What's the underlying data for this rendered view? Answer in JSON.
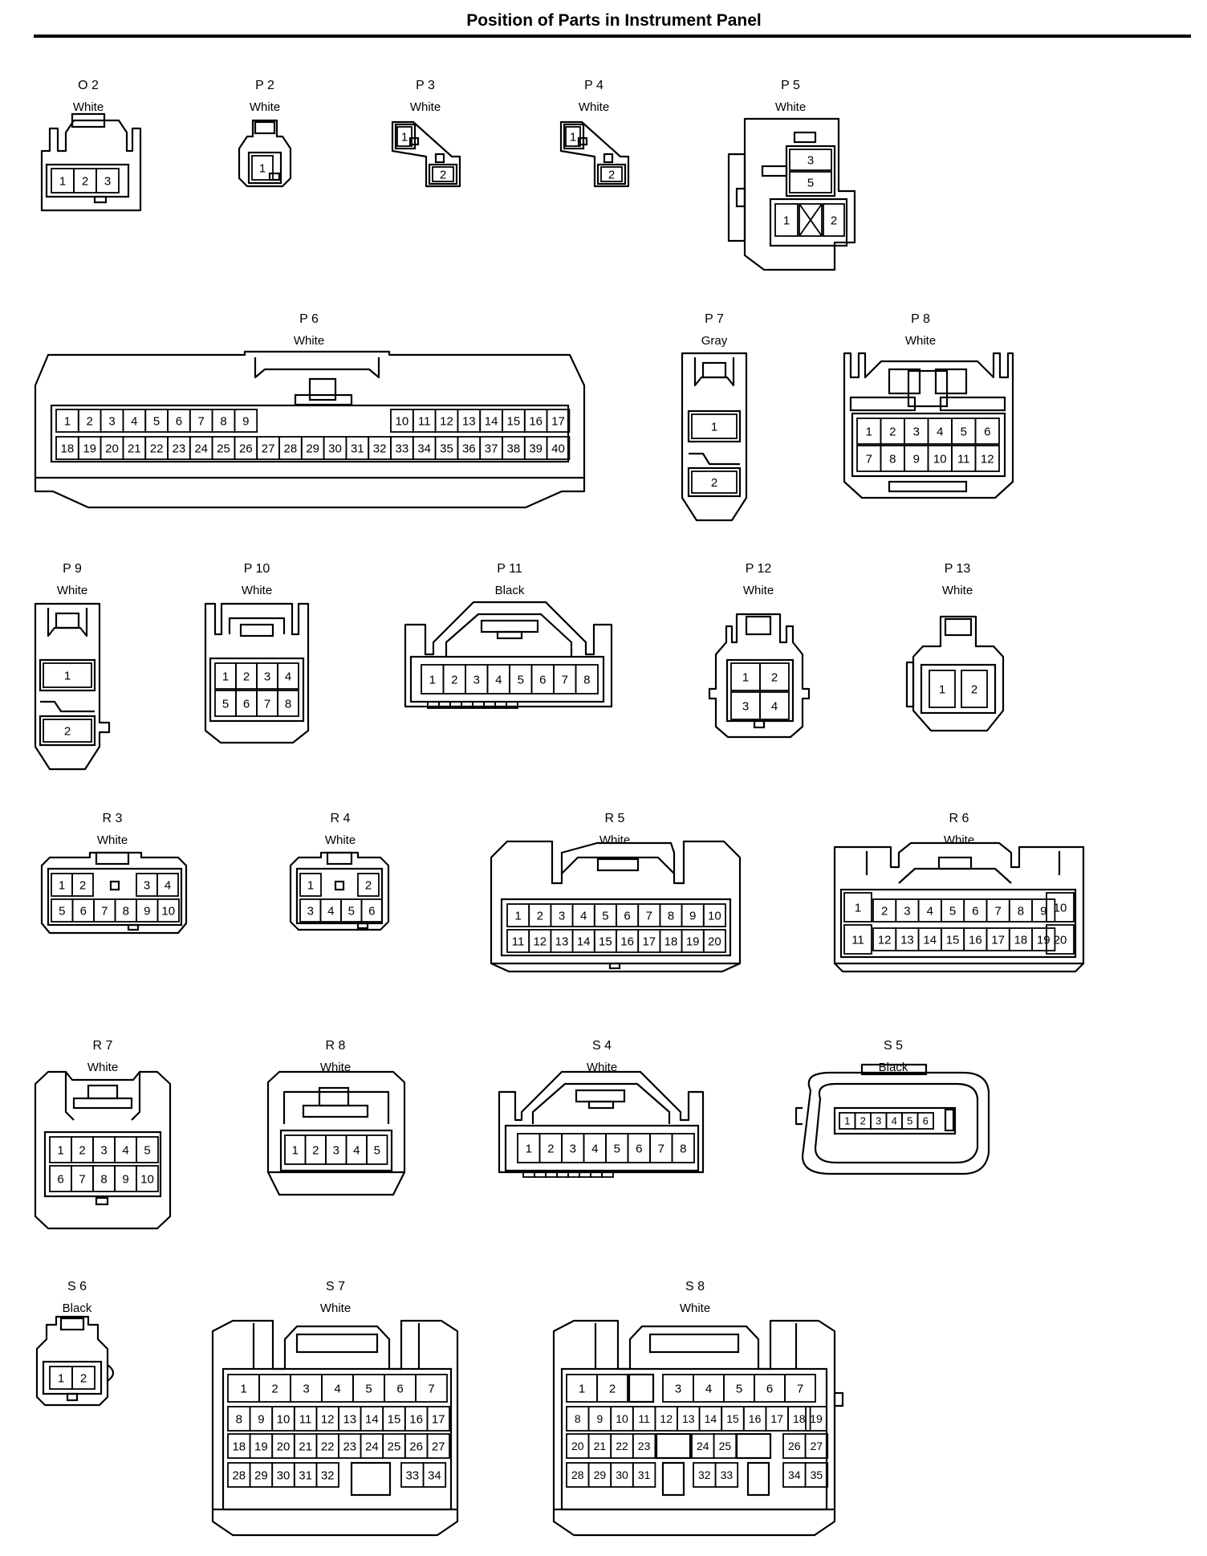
{
  "page_title": "Position of Parts in Instrument Panel",
  "connectors": {
    "O2": {
      "code": "O 2",
      "color": "White"
    },
    "P2": {
      "code": "P 2",
      "color": "White"
    },
    "P3": {
      "code": "P 3",
      "color": "White"
    },
    "P4": {
      "code": "P 4",
      "color": "White"
    },
    "P5": {
      "code": "P 5",
      "color": "White"
    },
    "P6": {
      "code": "P 6",
      "color": "White"
    },
    "P7": {
      "code": "P 7",
      "color": "Gray"
    },
    "P8": {
      "code": "P 8",
      "color": "White"
    },
    "P9": {
      "code": "P 9",
      "color": "White"
    },
    "P10": {
      "code": "P 10",
      "color": "White"
    },
    "P11": {
      "code": "P 11",
      "color": "Black"
    },
    "P12": {
      "code": "P 12",
      "color": "White"
    },
    "P13": {
      "code": "P 13",
      "color": "White"
    },
    "R3": {
      "code": "R 3",
      "color": "White"
    },
    "R4": {
      "code": "R 4",
      "color": "White"
    },
    "R5": {
      "code": "R 5",
      "color": "White"
    },
    "R6": {
      "code": "R 6",
      "color": "White"
    },
    "R7": {
      "code": "R 7",
      "color": "White"
    },
    "R8": {
      "code": "R 8",
      "color": "White"
    },
    "S4": {
      "code": "S 4",
      "color": "White"
    },
    "S5": {
      "code": "S 5",
      "color": "Black"
    },
    "S6": {
      "code": "S 6",
      "color": "Black"
    },
    "S7": {
      "code": "S 7",
      "color": "White"
    },
    "S8": {
      "code": "S 8",
      "color": "White"
    }
  }
}
